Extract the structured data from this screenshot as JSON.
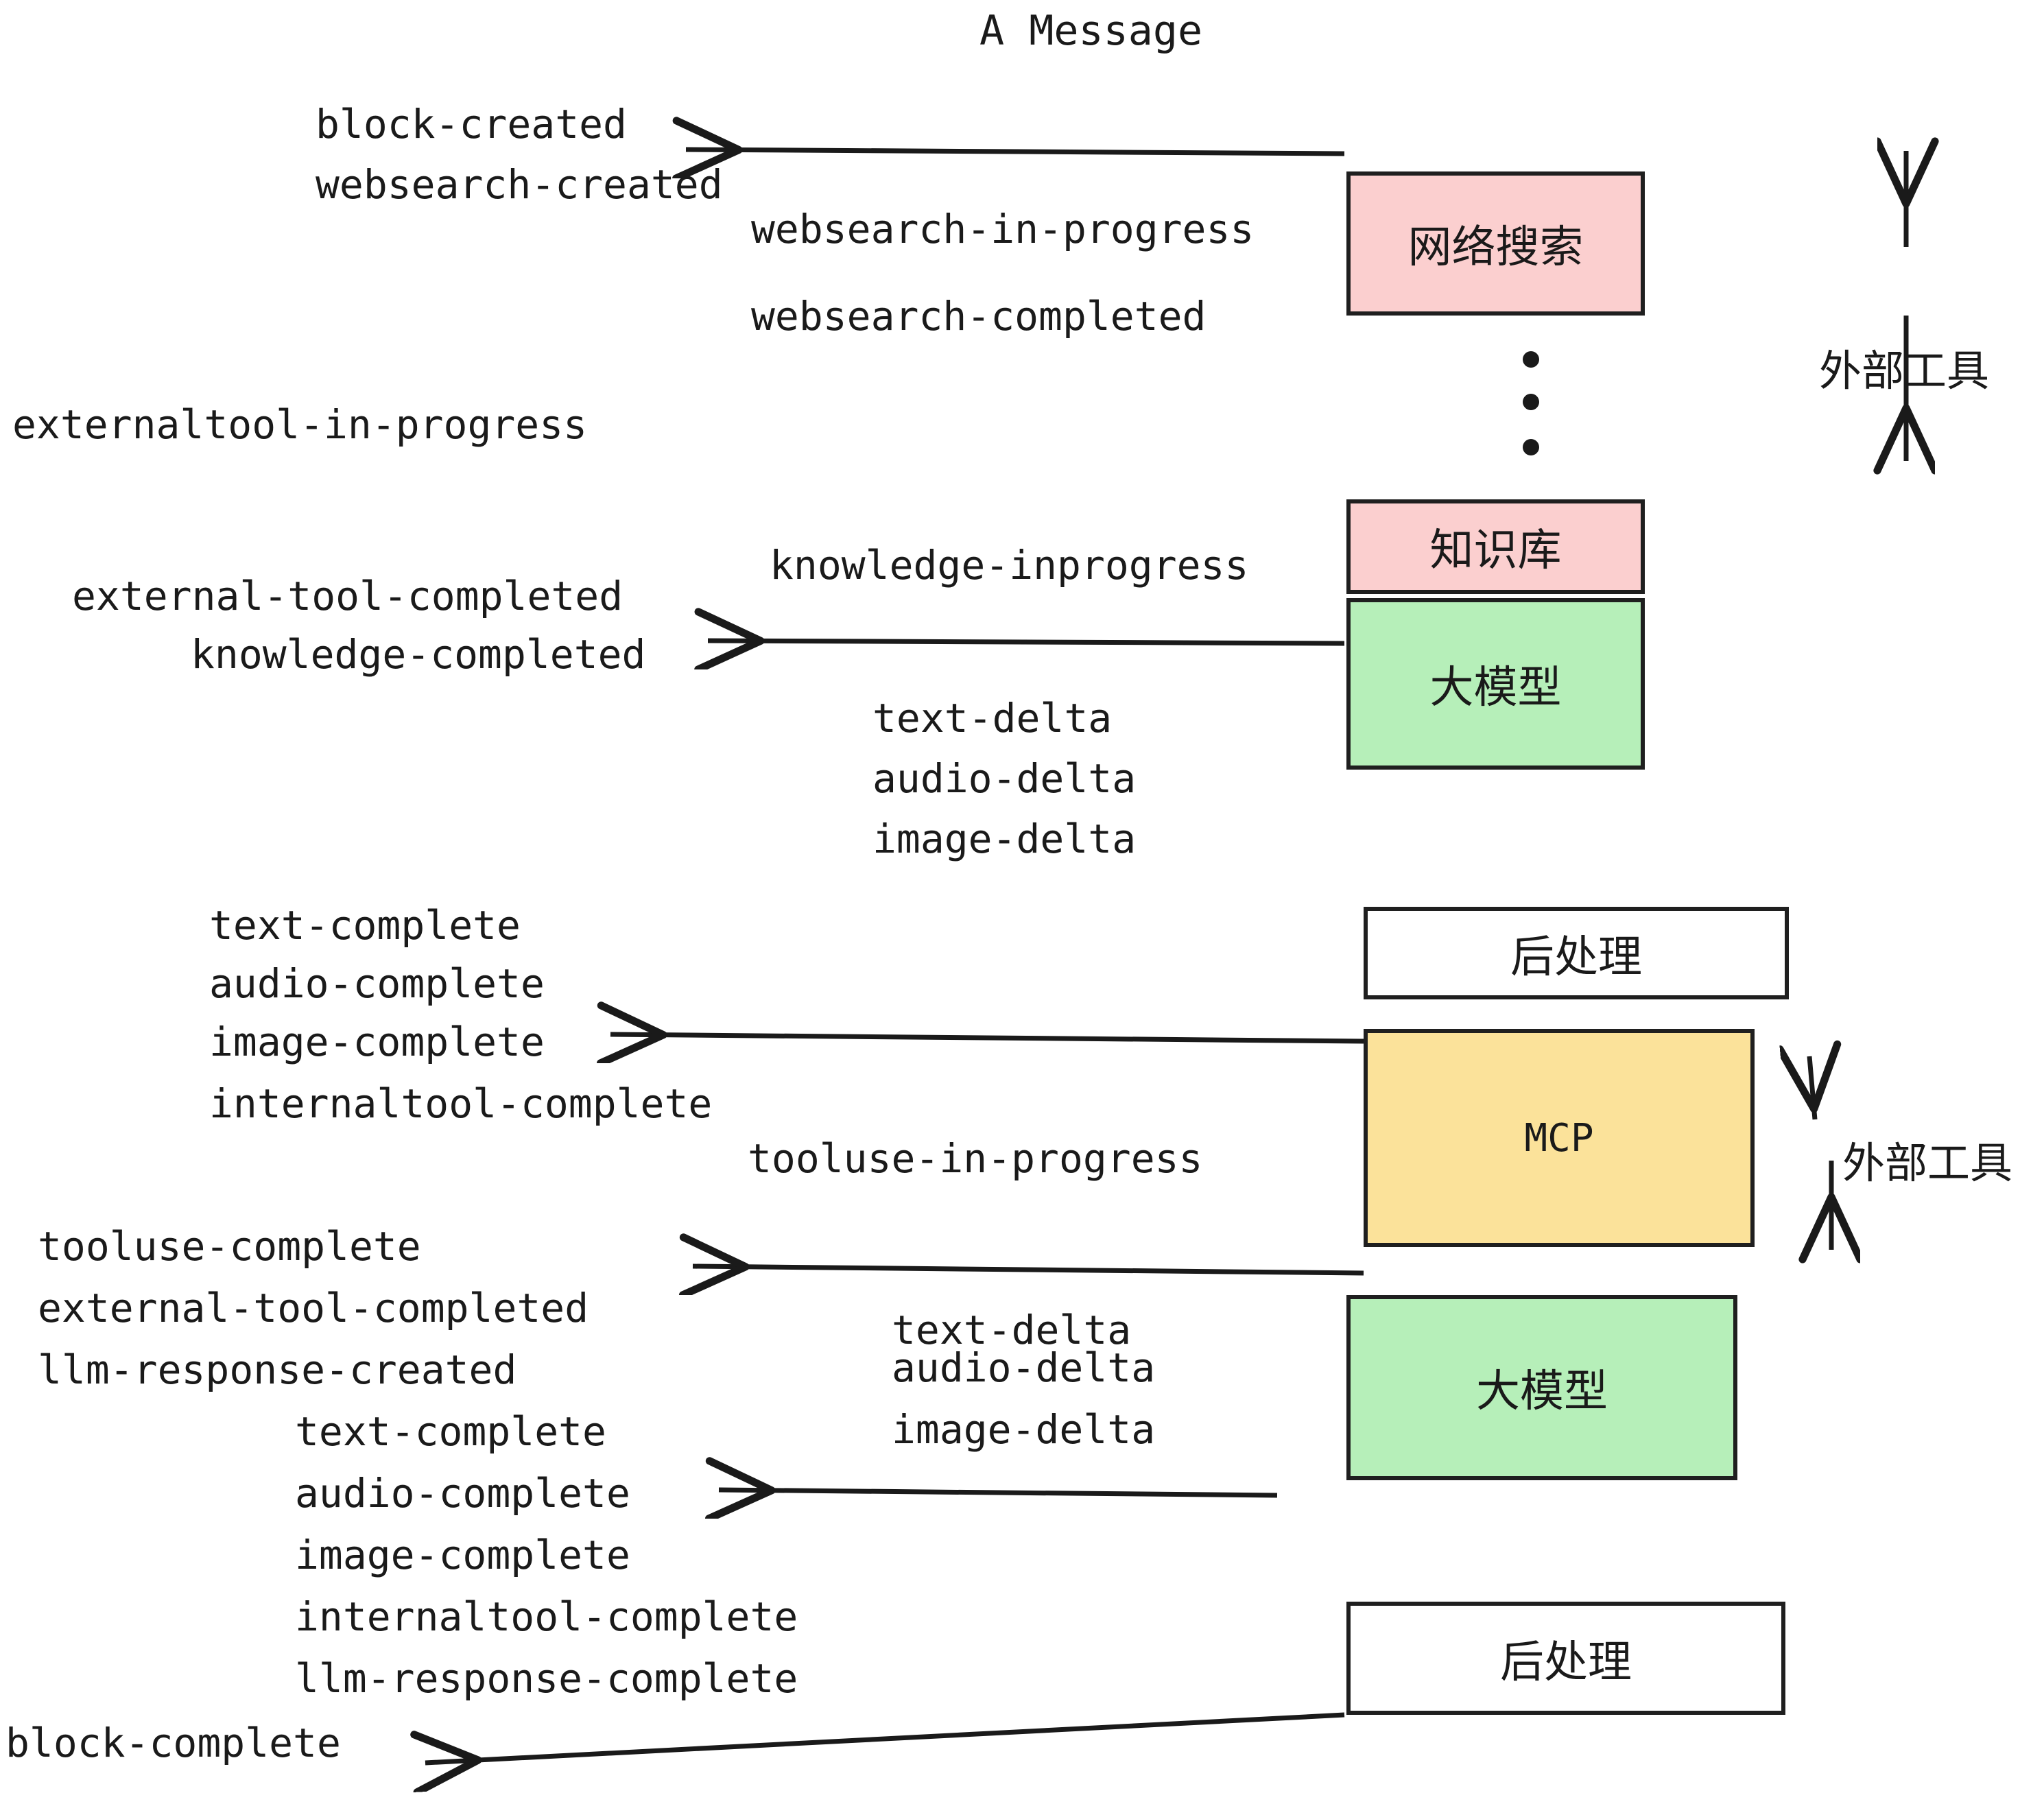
{
  "title": "A Message",
  "colors": {
    "external_tool_box": "#fbcfcf",
    "llm_box": "#b6efb9",
    "mcp_box": "#fbe29a",
    "postprocess_box": "#ffffff",
    "stroke": "#1f1f1f",
    "text": "#1a1a1a",
    "background": "#ffffff"
  },
  "nodes": [
    {
      "id": "websearch",
      "label": "网络搜索",
      "fill": "#fbcfcf",
      "mono": false
    },
    {
      "id": "knowledge",
      "label": "知识库",
      "fill": "#fbcfcf",
      "mono": false
    },
    {
      "id": "llm1",
      "label": "大模型",
      "fill": "#b6efb9",
      "mono": false
    },
    {
      "id": "postprocess1",
      "label": "后处理",
      "fill": "#ffffff",
      "mono": false
    },
    {
      "id": "mcp",
      "label": "MCP",
      "fill": "#fbe29a",
      "mono": true
    },
    {
      "id": "llm2",
      "label": "大模型",
      "fill": "#b6efb9",
      "mono": false
    },
    {
      "id": "postprocess2",
      "label": "后处理",
      "fill": "#ffffff",
      "mono": false
    }
  ],
  "side_annotations": [
    {
      "id": "external-tool-top",
      "label": "外部工具"
    },
    {
      "id": "external-tool-bottom",
      "label": "外部工具"
    }
  ],
  "events": [
    {
      "id": "e01",
      "text": "block-created"
    },
    {
      "id": "e02",
      "text": "websearch-created"
    },
    {
      "id": "e03",
      "text": "websearch-in-progress"
    },
    {
      "id": "e04",
      "text": "websearch-completed"
    },
    {
      "id": "e05",
      "text": "externaltool-in-progress"
    },
    {
      "id": "e06",
      "text": "knowledge-inprogress"
    },
    {
      "id": "e07",
      "text": "external-tool-completed"
    },
    {
      "id": "e08",
      "text": "knowledge-completed"
    },
    {
      "id": "e09",
      "text": "text-delta"
    },
    {
      "id": "e10",
      "text": "audio-delta"
    },
    {
      "id": "e11",
      "text": "image-delta"
    },
    {
      "id": "e12",
      "text": "text-complete"
    },
    {
      "id": "e13",
      "text": "audio-complete"
    },
    {
      "id": "e14",
      "text": "image-complete"
    },
    {
      "id": "e15",
      "text": "internaltool-complete"
    },
    {
      "id": "e16",
      "text": "tooluse-in-progress"
    },
    {
      "id": "e17",
      "text": "tooluse-complete"
    },
    {
      "id": "e18",
      "text": "external-tool-completed"
    },
    {
      "id": "e19",
      "text": "llm-response-created"
    },
    {
      "id": "e20",
      "text": "text-delta"
    },
    {
      "id": "e21",
      "text": "audio-delta"
    },
    {
      "id": "e22",
      "text": "image-delta"
    },
    {
      "id": "e23",
      "text": "text-complete"
    },
    {
      "id": "e24",
      "text": "audio-complete"
    },
    {
      "id": "e25",
      "text": "image-complete"
    },
    {
      "id": "e26",
      "text": "internaltool-complete"
    },
    {
      "id": "e27",
      "text": "llm-response-complete"
    },
    {
      "id": "e28",
      "text": "block-complete"
    }
  ],
  "ellipsis": {
    "id": "vertical-ellipsis",
    "dots": 3
  }
}
